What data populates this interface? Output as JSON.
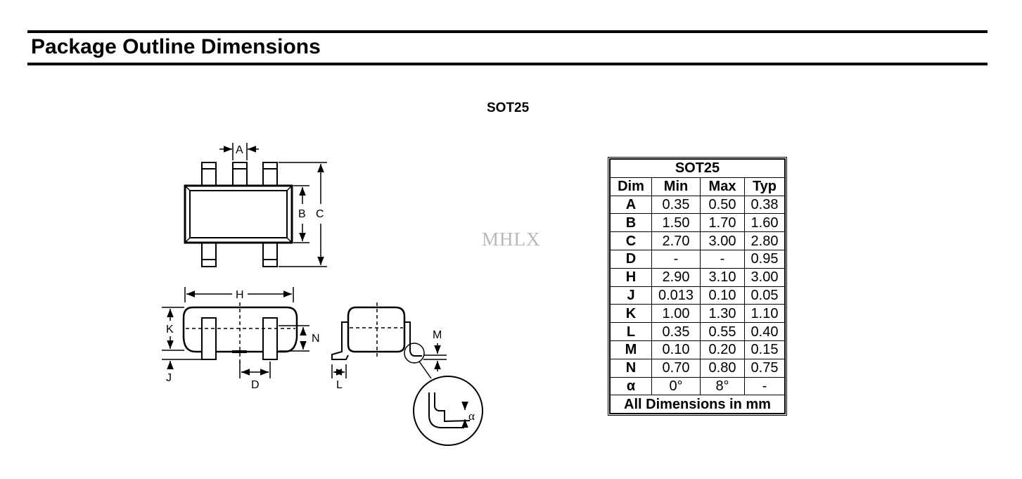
{
  "heading": "Package Outline Dimensions",
  "package_name": "SOT25",
  "watermark": "MHLX",
  "drawing_labels": {
    "A": "A",
    "B": "B",
    "C": "C",
    "D": "D",
    "H": "H",
    "J": "J",
    "K": "K",
    "L": "L",
    "M": "M",
    "N": "N",
    "alpha": "α"
  },
  "table": {
    "title": "SOT25",
    "headers": [
      "Dim",
      "Min",
      "Max",
      "Typ"
    ],
    "rows": [
      {
        "dim": "A",
        "min": "0.35",
        "max": "0.50",
        "typ": "0.38"
      },
      {
        "dim": "B",
        "min": "1.50",
        "max": "1.70",
        "typ": "1.60"
      },
      {
        "dim": "C",
        "min": "2.70",
        "max": "3.00",
        "typ": "2.80"
      },
      {
        "dim": "D",
        "min": "-",
        "max": "-",
        "typ": "0.95"
      },
      {
        "dim": "H",
        "min": "2.90",
        "max": "3.10",
        "typ": "3.00"
      },
      {
        "dim": "J",
        "min": "0.013",
        "max": "0.10",
        "typ": "0.05"
      },
      {
        "dim": "K",
        "min": "1.00",
        "max": "1.30",
        "typ": "1.10"
      },
      {
        "dim": "L",
        "min": "0.35",
        "max": "0.55",
        "typ": "0.40"
      },
      {
        "dim": "M",
        "min": "0.10",
        "max": "0.20",
        "typ": "0.15"
      },
      {
        "dim": "N",
        "min": "0.70",
        "max": "0.80",
        "typ": "0.75"
      },
      {
        "dim": "α",
        "min": "0°",
        "max": "8°",
        "typ": "-"
      }
    ],
    "footer": "All Dimensions in mm"
  }
}
